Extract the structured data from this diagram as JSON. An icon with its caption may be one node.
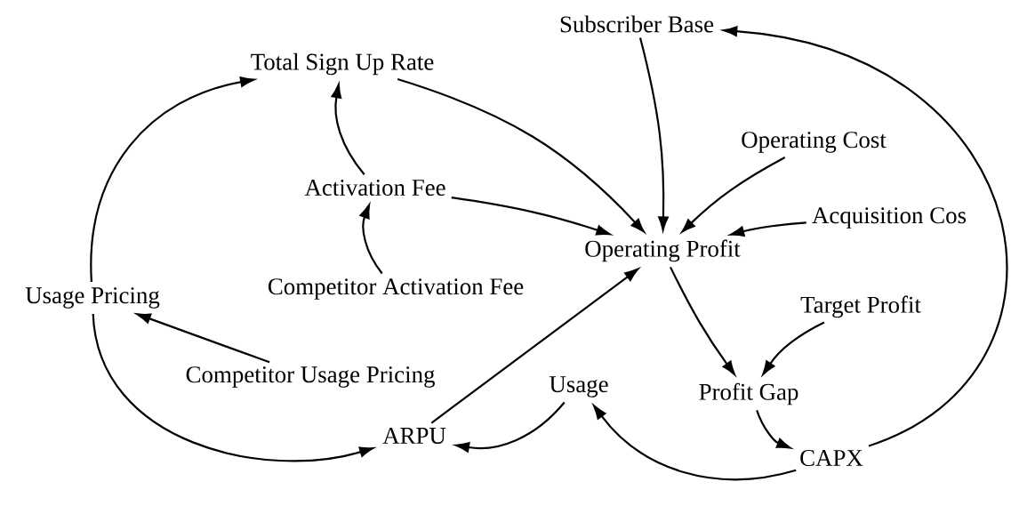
{
  "diagram": {
    "nodes": [
      {
        "text": [
          "Subscriber Base"
        ]
      },
      {
        "text": [
          "Total Sign Up Rate"
        ]
      },
      {
        "text": [
          "Operating Cost"
        ]
      },
      {
        "text": [
          "Activation Fee"
        ]
      },
      {
        "text": [
          "Acquisition Cos"
        ]
      },
      {
        "text": [
          "Operating Profit"
        ]
      },
      {
        "text": [
          "Competitor Activation Fee"
        ]
      },
      {
        "text": [
          "Usage Pricing"
        ]
      },
      {
        "text": [
          "Target Profit"
        ]
      },
      {
        "text": [
          "Competitor Usage Pricing"
        ]
      },
      {
        "text": [
          "Usage"
        ]
      },
      {
        "text": [
          "Profit Gap"
        ]
      },
      {
        "text": [
          "ARPU"
        ]
      },
      {
        "text": [
          "CAPX"
        ]
      }
    ],
    "edges": [
      {
        "from": 1,
        "to": 5,
        "arrow": "to"
      },
      {
        "from": 0,
        "to": 5,
        "arrow": "to"
      },
      {
        "from": 2,
        "to": 5,
        "arrow": "to"
      },
      {
        "from": 4,
        "to": 5,
        "arrow": "to"
      },
      {
        "from": 3,
        "to": 5,
        "arrow": "to"
      },
      {
        "from": 3,
        "to": 1,
        "arrow": "to"
      },
      {
        "from": 6,
        "to": 3,
        "arrow": "to"
      },
      {
        "from": 9,
        "to": 7,
        "arrow": "to"
      },
      {
        "from": 7,
        "to": 1,
        "arrow": "to"
      },
      {
        "from": 7,
        "to": 12,
        "arrow": "to"
      },
      {
        "from": 12,
        "to": 5,
        "arrow": "to"
      },
      {
        "from": 10,
        "to": 12,
        "arrow": "to"
      },
      {
        "from": 5,
        "to": 11,
        "arrow": "to"
      },
      {
        "from": 8,
        "to": 11,
        "arrow": "to"
      },
      {
        "from": 11,
        "to": 13,
        "arrow": "to"
      },
      {
        "from": 13,
        "to": 10,
        "arrow": "to"
      },
      {
        "from": 13,
        "to": 0,
        "arrow": "to"
      }
    ]
  }
}
